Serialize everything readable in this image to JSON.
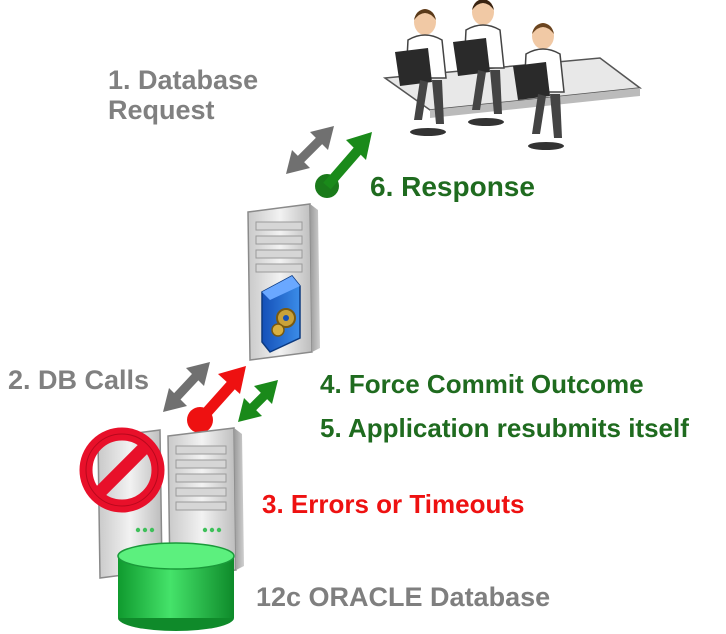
{
  "labels": {
    "request": "1.  Database\nRequest",
    "response": "6. Response",
    "db_calls": "2. DB Calls",
    "force_commit": "4. Force Commit Outcome",
    "resubmit": "5. Application resubmits itself",
    "errors": "3. Errors or Timeouts",
    "database": "12c ORACLE Database"
  },
  "colors": {
    "gray": "#808080",
    "green": "#1f6b1f",
    "red": "#ee1111",
    "db_green": "#22c44a"
  },
  "icons": [
    "call-center-users-icon",
    "app-server-icon",
    "db-server-icon",
    "no-entry-icon",
    "database-cylinder-icon"
  ]
}
